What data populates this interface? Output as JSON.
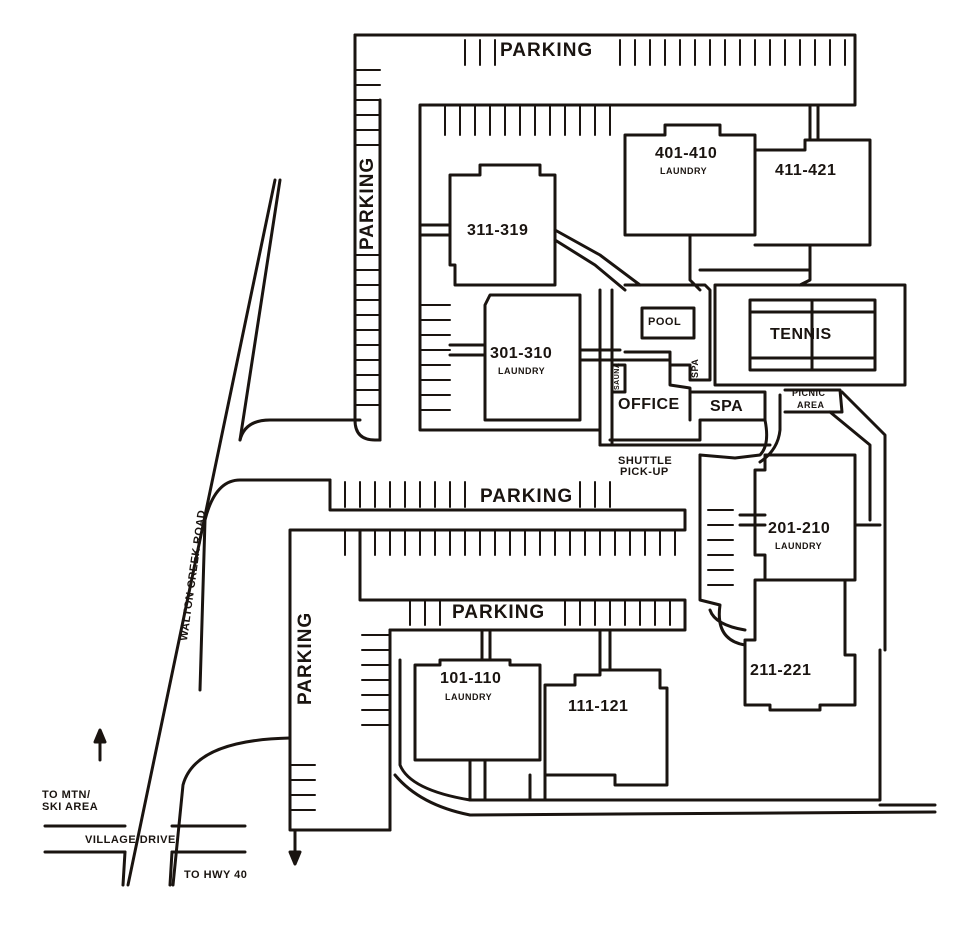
{
  "map": {
    "stroke_color": "#1a1410",
    "background": "#ffffff",
    "parking_labels": [
      "PARKING",
      "PARKING",
      "PARKING",
      "PARKING",
      "PARKING"
    ],
    "buildings": [
      {
        "id": "b401",
        "units": "401-410",
        "sub": "LAUNDRY"
      },
      {
        "id": "b411",
        "units": "411-421",
        "sub": ""
      },
      {
        "id": "b311",
        "units": "311-319",
        "sub": ""
      },
      {
        "id": "b301",
        "units": "301-310",
        "sub": "LAUNDRY"
      },
      {
        "id": "b201",
        "units": "201-210",
        "sub": "LAUNDRY"
      },
      {
        "id": "b211",
        "units": "211-221",
        "sub": ""
      },
      {
        "id": "b101",
        "units": "101-110",
        "sub": "LAUNDRY"
      },
      {
        "id": "b111",
        "units": "111-121",
        "sub": ""
      }
    ],
    "amenities": {
      "pool": "POOL",
      "spa_small": "SPA",
      "sauna": "SAUNA",
      "office": "OFFICE",
      "spa": "SPA",
      "tennis": "TENNIS",
      "picnic_line1": "PICNIC",
      "picnic_line2": "AREA",
      "shuttle_line1": "SHUTTLE",
      "shuttle_line2": "PICK-UP"
    },
    "roads": {
      "walton": "WALTON CREEK ROAD",
      "village": "VILLAGE DRIVE",
      "to_mtn_line1": "TO MTN/",
      "to_mtn_line2": "SKI AREA",
      "to_hwy": "TO HWY 40"
    }
  }
}
